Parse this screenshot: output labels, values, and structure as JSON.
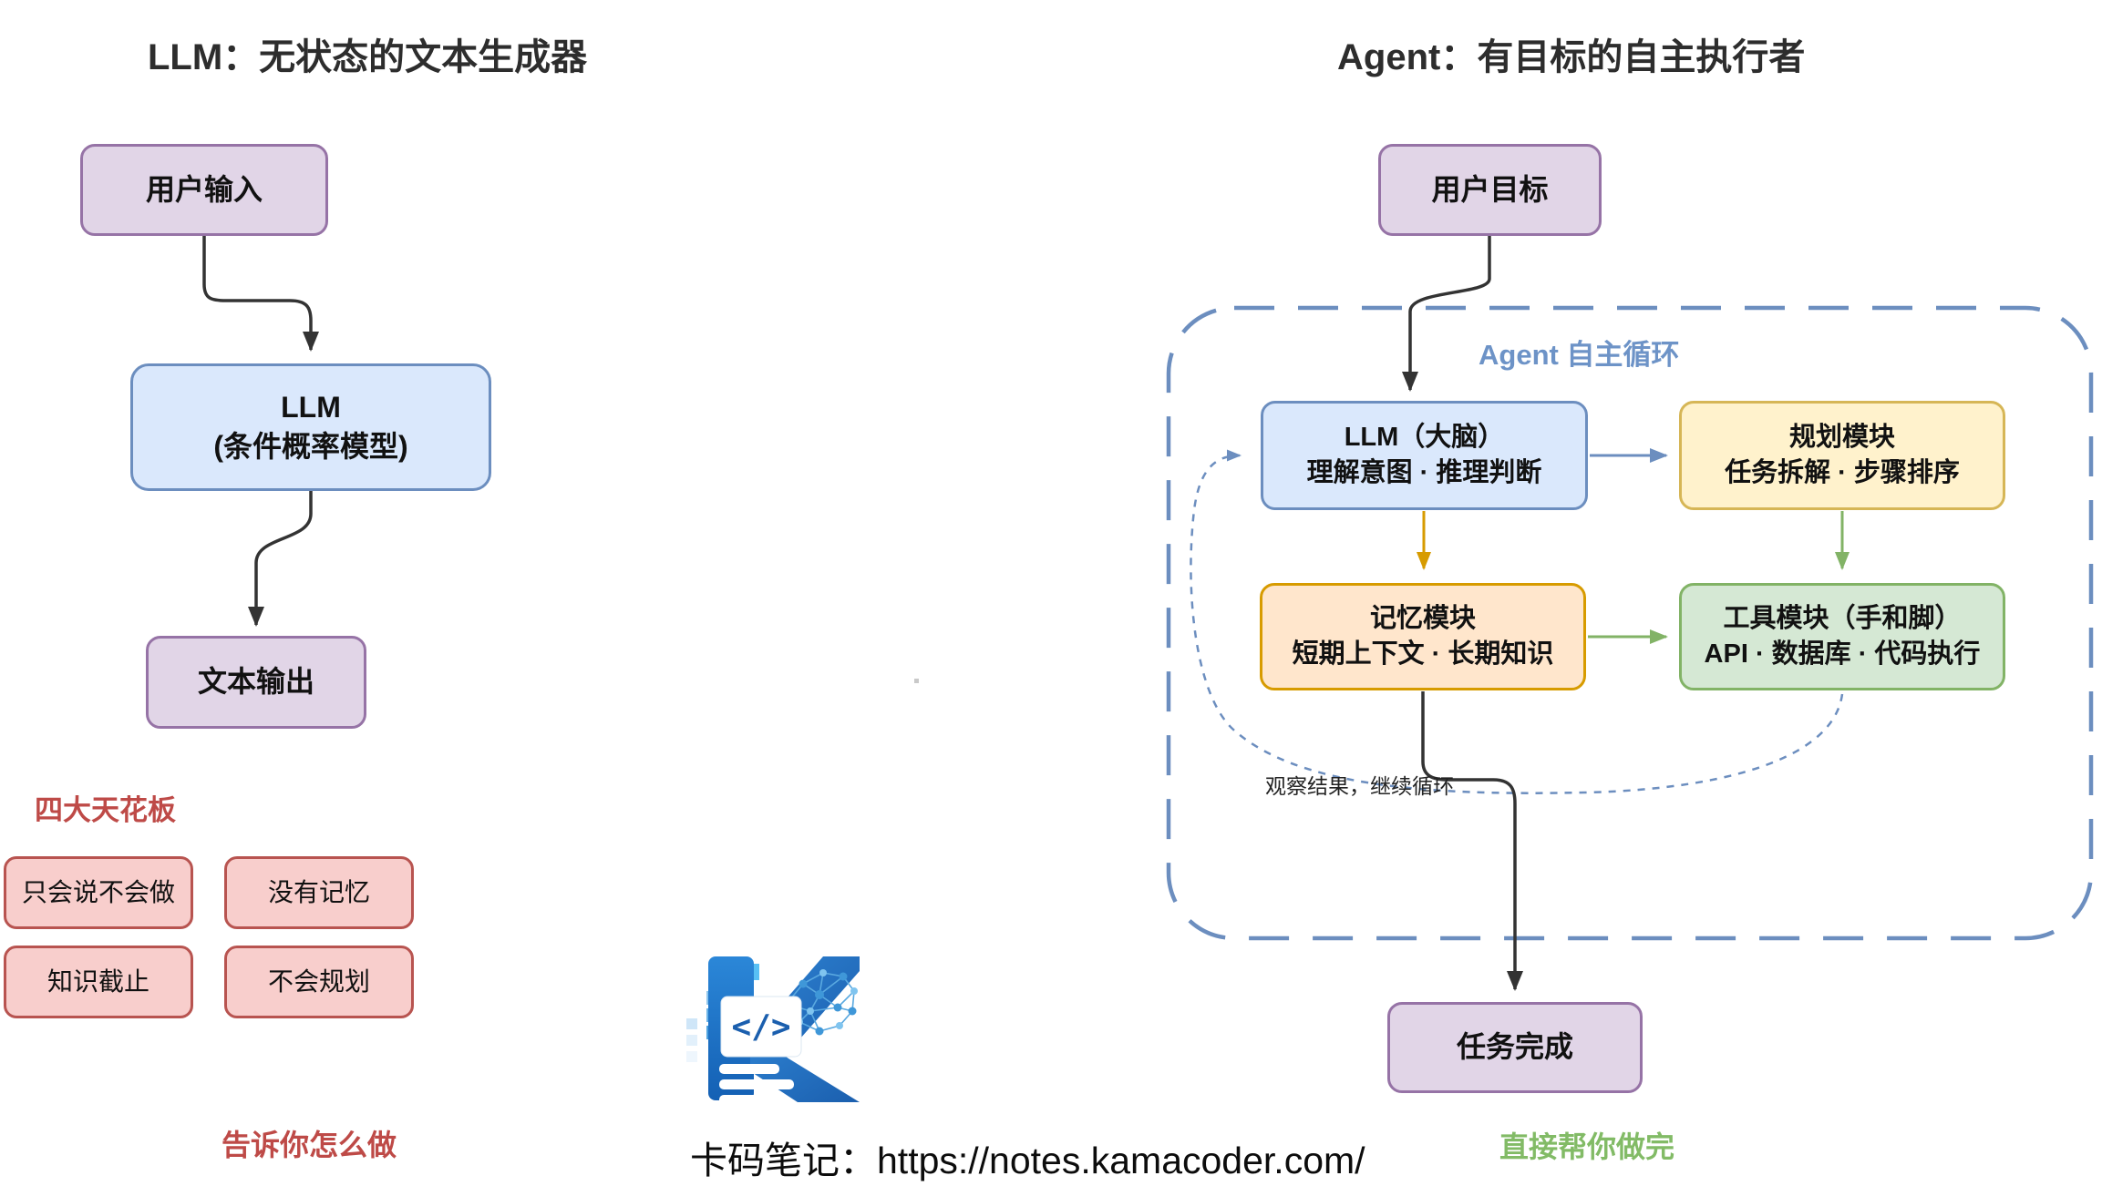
{
  "left": {
    "title": "LLM：无状态的文本生成器",
    "flow": {
      "input": "用户输入",
      "llm_line1": "LLM",
      "llm_line2": "(条件概率模型)",
      "output": "文本输出"
    },
    "limitations": {
      "heading": "四大天花板",
      "items": [
        "只会说不会做",
        "没有记忆",
        "知识截止",
        "不会规划"
      ],
      "caption": "告诉你怎么做"
    }
  },
  "right": {
    "title": "Agent：有目标的自主执行者",
    "goal": "用户目标",
    "loop_label": "Agent 自主循环",
    "modules": {
      "llm": {
        "line1": "LLM（大脑）",
        "line2": "理解意图 · 推理判断"
      },
      "plan": {
        "line1": "规划模块",
        "line2": "任务拆解 · 步骤排序"
      },
      "memory": {
        "line1": "记忆模块",
        "line2": "短期上下文 · 长期知识"
      },
      "tools": {
        "line1": "工具模块（手和脚）",
        "line2": "API · 数据库 · 代码执行"
      }
    },
    "observe_label": "观察结果，继续循环",
    "done": "任务完成",
    "caption": "直接帮你做完"
  },
  "footer": {
    "brand": "卡码笔记：",
    "url": "https://notes.kamacoder.com/",
    "logo_glyph": "</>"
  },
  "colors": {
    "purple_fill": "#E1D5E7",
    "purple_stroke": "#9673A6",
    "blue_fill": "#DAE8FC",
    "blue_stroke": "#6C8EBF",
    "yellow_fill": "#FFF2CC",
    "yellow_stroke": "#D6B656",
    "orange_fill": "#FFE6CC",
    "orange_stroke": "#D79B00",
    "green_fill": "#D5E8D4",
    "green_stroke": "#82B366",
    "red_fill": "#F8CECC",
    "red_stroke": "#B85450",
    "red_text": "#BE4A47",
    "green_text": "#82BB66",
    "loop_blue": "#6D93C7",
    "connector_black": "#333333"
  }
}
